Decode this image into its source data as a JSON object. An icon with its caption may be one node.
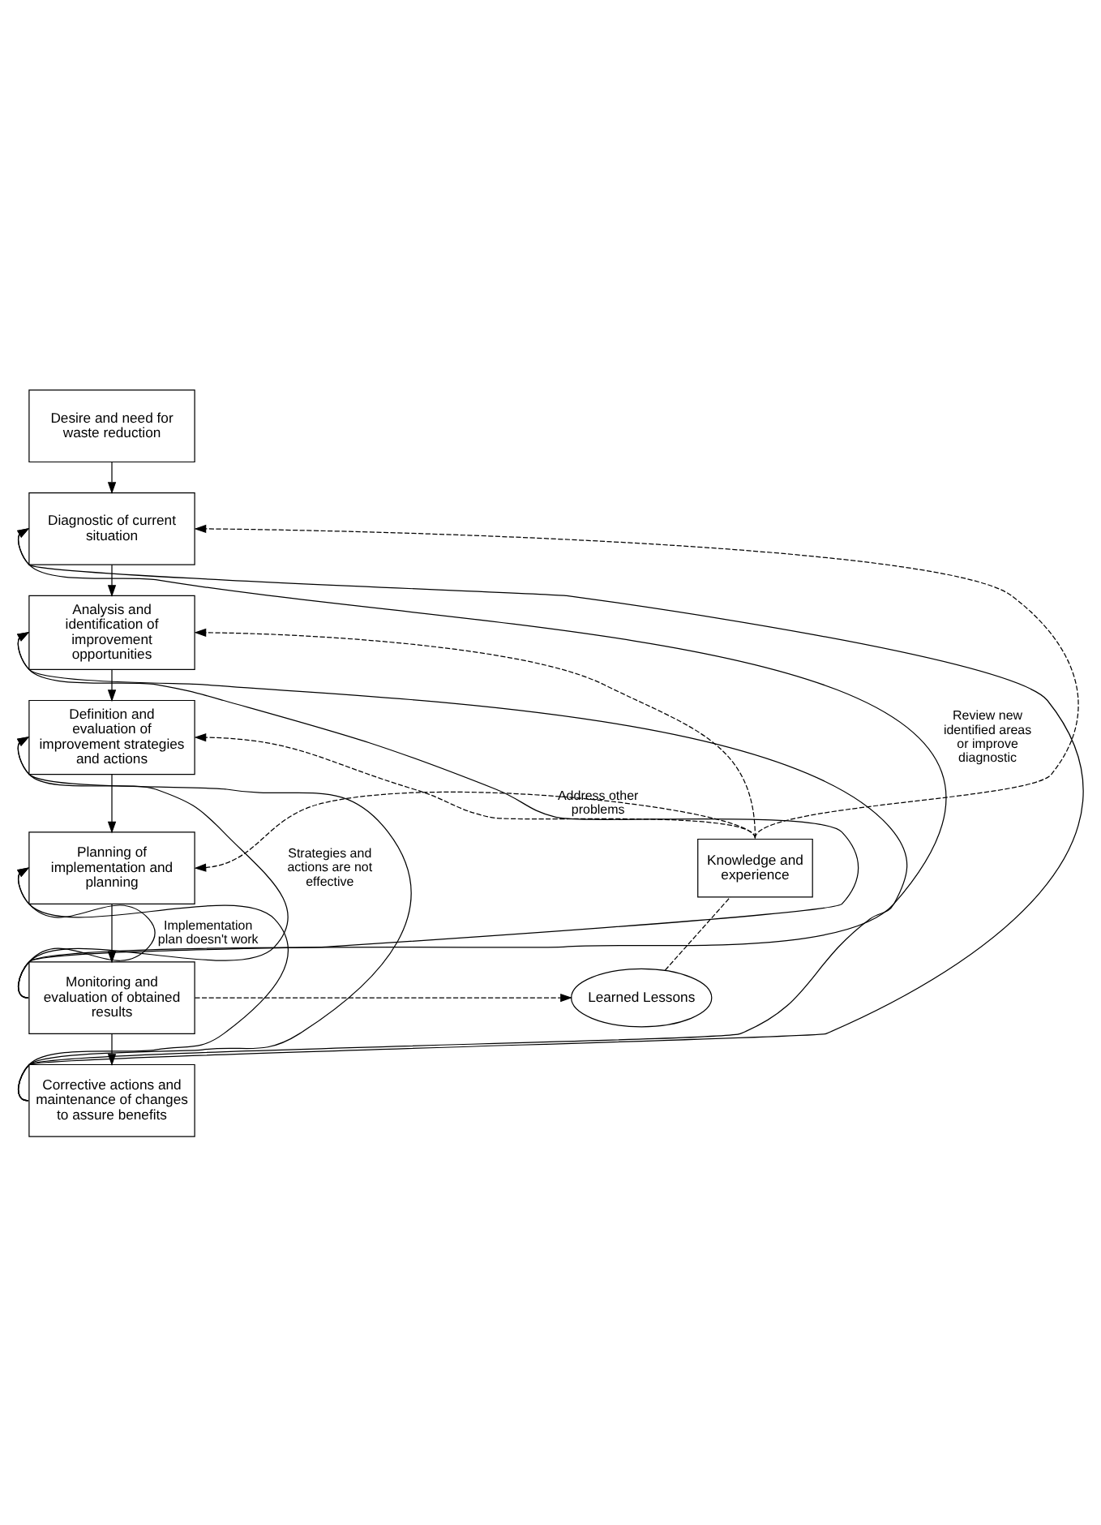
{
  "diagram": {
    "nodes": [
      {
        "text": [
          "Desire and need for waste reduction"
        ]
      },
      {
        "text": [
          "Diagnostic of current situation"
        ]
      },
      {
        "text": [
          "Analysis and identification of improvement opportunities"
        ]
      },
      {
        "text": [
          "Definition and evaluation of improvement strategies and actions"
        ]
      },
      {
        "text": [
          "Planning of implementation and planning"
        ]
      },
      {
        "text": [
          "Monitoring and evaluation of obtained results"
        ]
      },
      {
        "text": [
          "Corrective actions and maintenance of changes to assure benefits"
        ]
      },
      {
        "text": [
          "Knowledge and experience"
        ]
      },
      {
        "text": [
          "Learned Lessons"
        ]
      }
    ],
    "edges": [
      {
        "from": 0,
        "to": 1,
        "arrow": "to"
      },
      {
        "from": 1,
        "to": 2,
        "arrow": "to"
      },
      {
        "from": 2,
        "to": 3,
        "arrow": "to"
      },
      {
        "from": 3,
        "to": 4,
        "arrow": "to"
      },
      {
        "from": 4,
        "to": 5,
        "arrow": "to"
      },
      {
        "from": 5,
        "to": 6,
        "arrow": "to"
      },
      {
        "from": 5,
        "to": 1,
        "arrow": "to",
        "label": "Review new identified areas or improve diagnostic"
      },
      {
        "from": 5,
        "to": 2,
        "arrow": "to",
        "label": "Address other problems"
      },
      {
        "from": 5,
        "to": 3,
        "arrow": "to",
        "label": "Strategies and actions are not effective"
      },
      {
        "from": 5,
        "to": 4,
        "arrow": "to",
        "label": "Implementation plan doesn't work"
      },
      {
        "from": 6,
        "to": 1,
        "arrow": "to"
      },
      {
        "from": 6,
        "to": 2,
        "arrow": "to"
      },
      {
        "from": 6,
        "to": 3,
        "arrow": "to"
      },
      {
        "from": 6,
        "to": 4,
        "arrow": "to"
      },
      {
        "from": 5,
        "to": 8,
        "arrow": "to",
        "style": "dashed"
      },
      {
        "from": 8,
        "to": 7,
        "arrow": "none",
        "style": "dashed"
      },
      {
        "from": 7,
        "to": 1,
        "arrow": "to",
        "style": "dashed"
      },
      {
        "from": 7,
        "to": 2,
        "arrow": "to",
        "style": "dashed"
      },
      {
        "from": 7,
        "to": 3,
        "arrow": "to",
        "style": "dashed"
      },
      {
        "from": 7,
        "to": 4,
        "arrow": "to",
        "style": "dashed"
      }
    ]
  }
}
